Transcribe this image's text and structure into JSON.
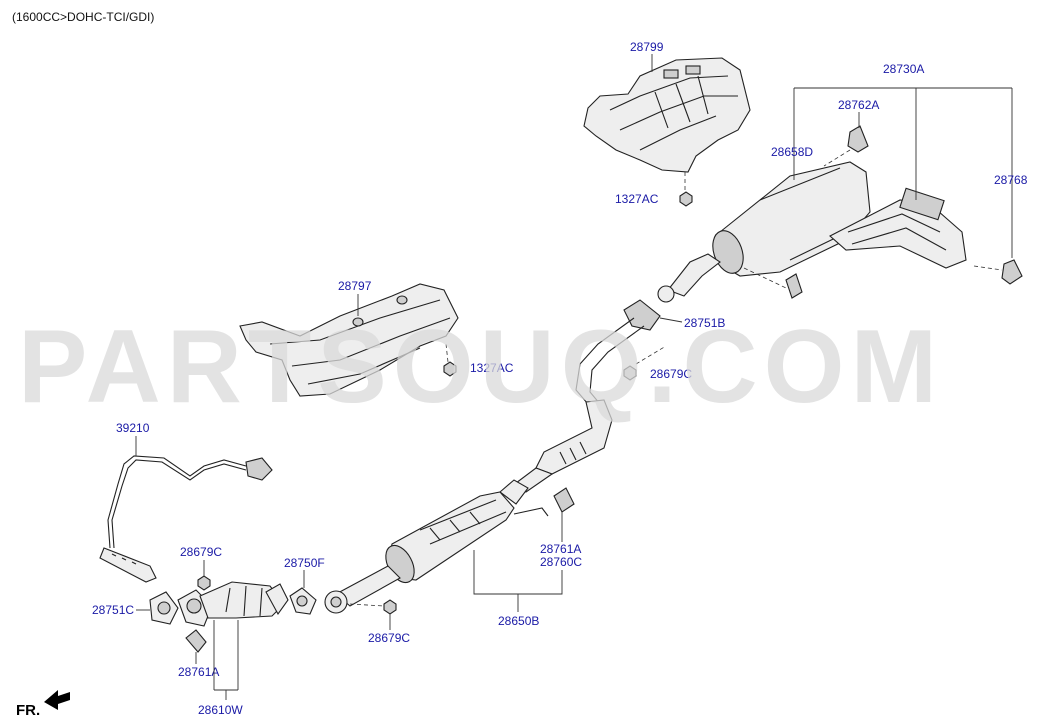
{
  "header": {
    "engine_spec": "(1600CC>DOHC-TCI/GDI)"
  },
  "watermark": {
    "text": "PARTSOUQ.COM"
  },
  "direction": {
    "front_label": "FR."
  },
  "parts": {
    "p28799": "28799",
    "p28730A": "28730A",
    "p28762A": "28762A",
    "p28658D": "28658D",
    "p28768": "28768",
    "p1327AC_top": "1327AC",
    "p28797": "28797",
    "p1327AC_mid": "1327AC",
    "p28751B": "28751B",
    "p28679C_mid": "28679C",
    "p39210": "39210",
    "p28679C_left": "28679C",
    "p28751C": "28751C",
    "p28750F": "28750F",
    "p28679C_bottom": "28679C",
    "p28761A_right": "28761A",
    "p28760C": "28760C",
    "p28650B": "28650B",
    "p28761A_left": "28761A",
    "p28610W": "28610W"
  }
}
